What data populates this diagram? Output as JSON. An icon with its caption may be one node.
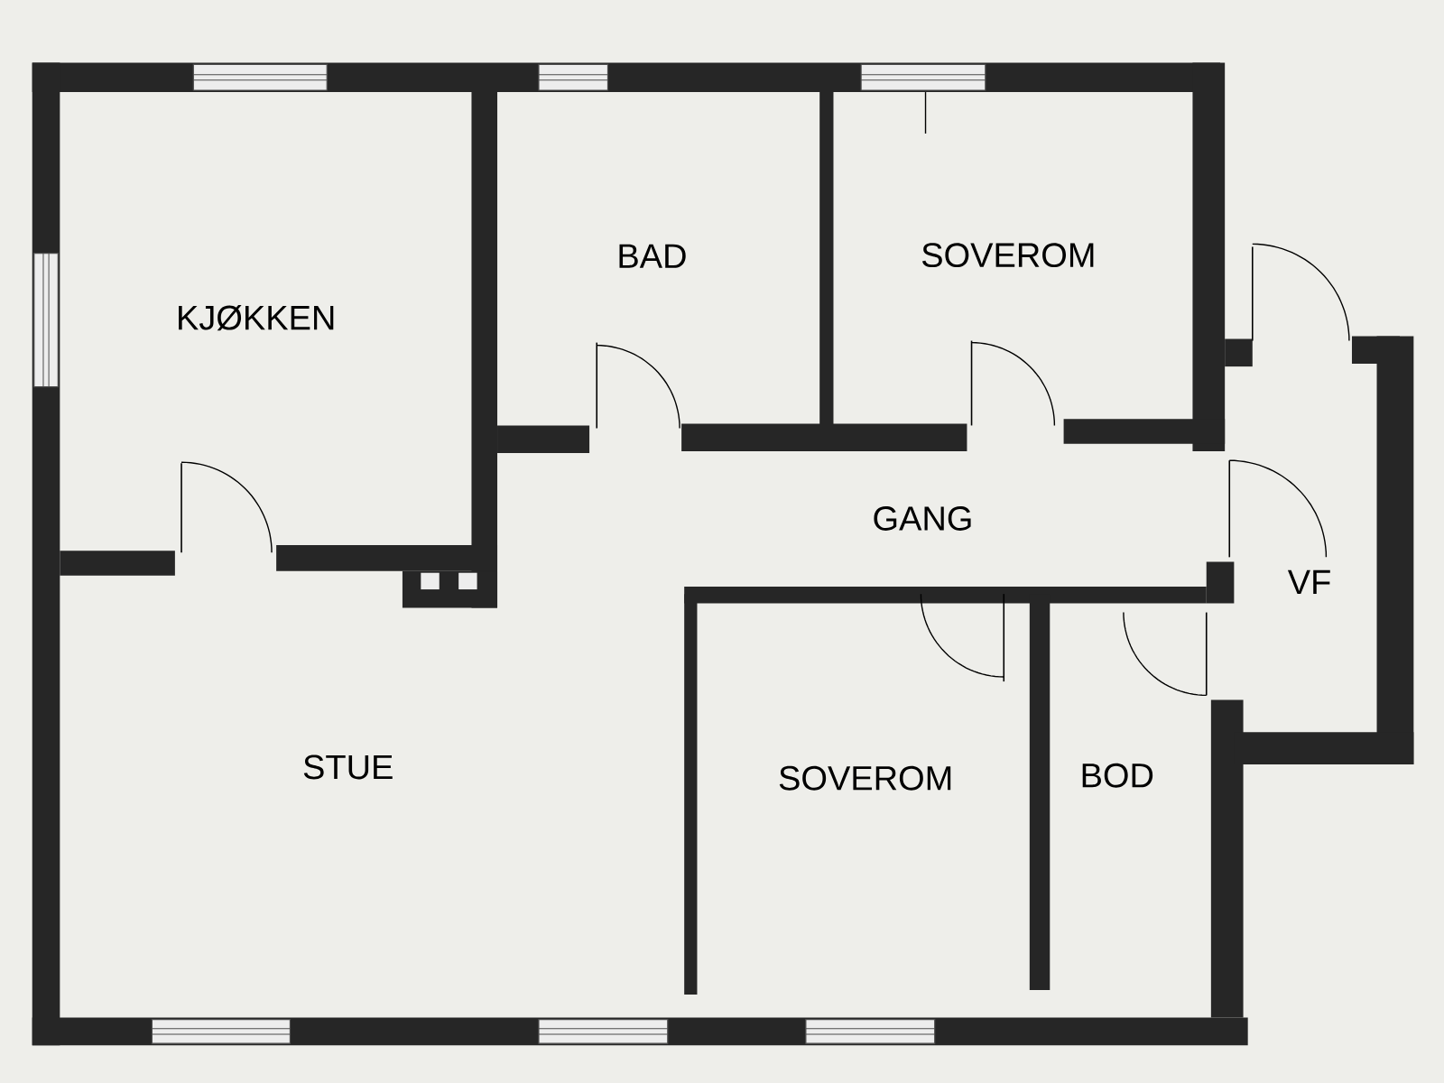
{
  "diagram": {
    "labels": [
      "BAD",
      "SOVEROM",
      "KJØKKEN",
      "GANG",
      "VF",
      "STUE",
      "SOVEROM",
      "BOD"
    ]
  }
}
